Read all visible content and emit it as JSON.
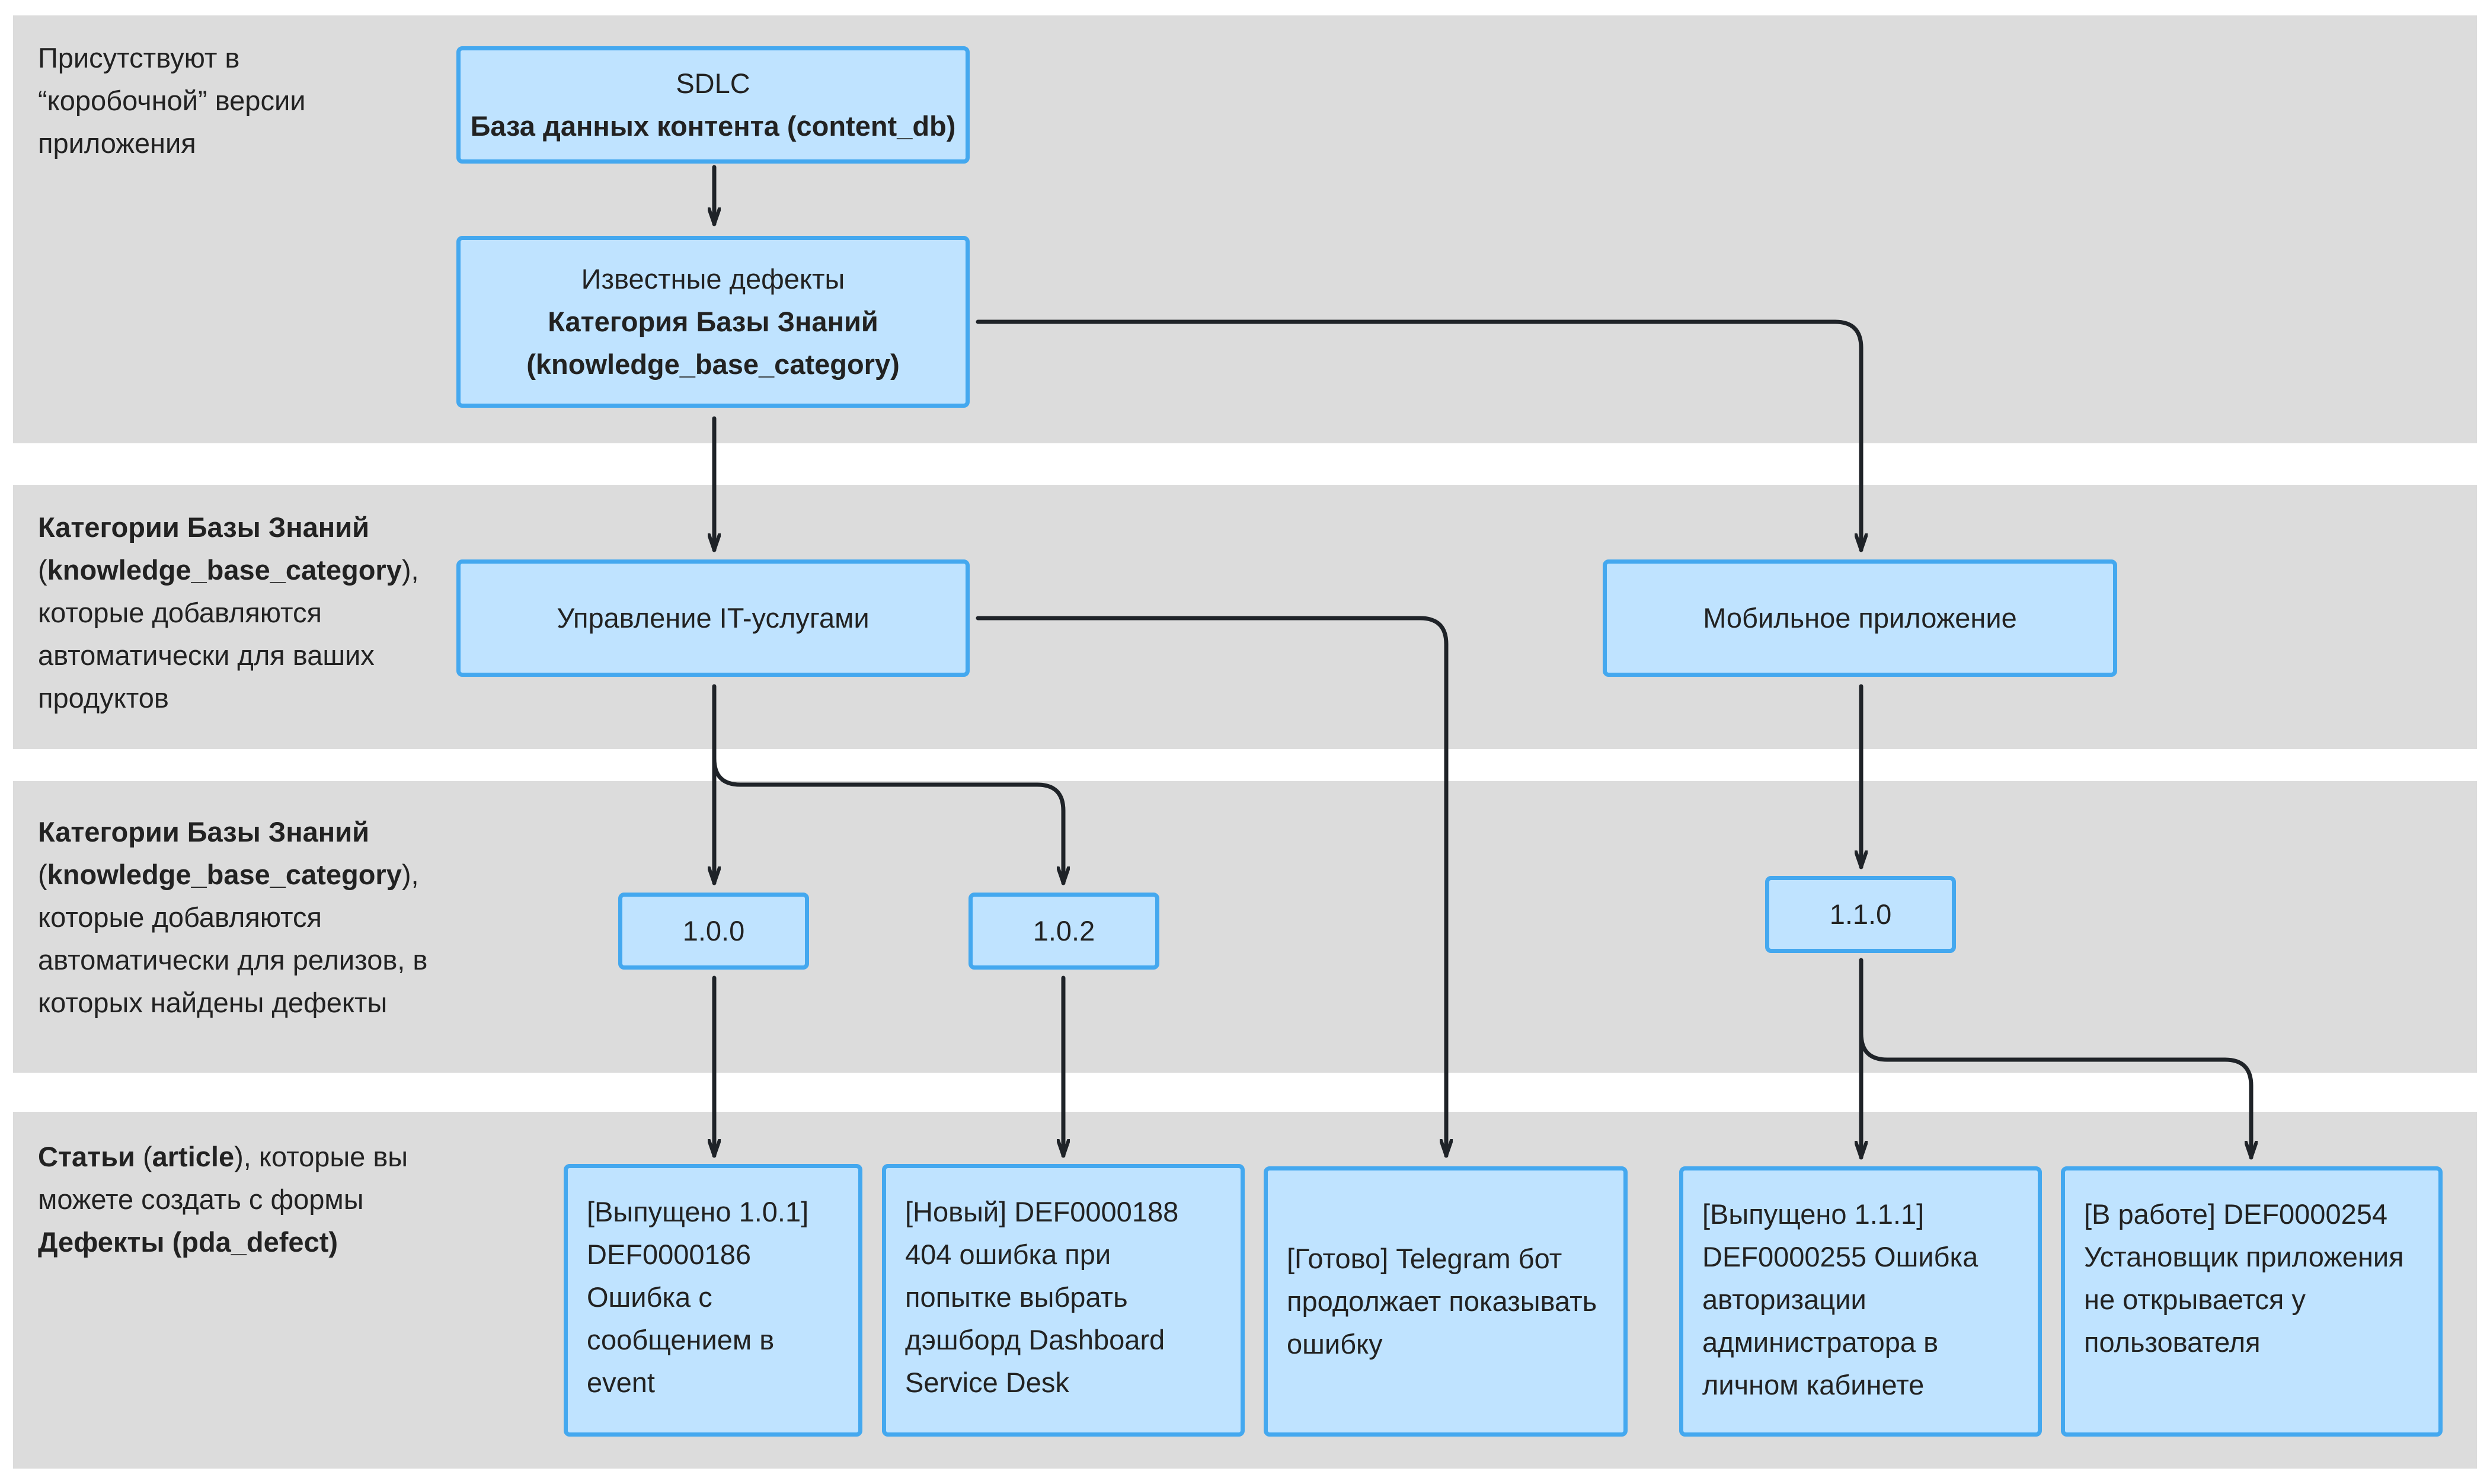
{
  "colors": {
    "band": "#dcdcdc",
    "box_fill": "#bfe3ff",
    "box_border": "#44a8ef",
    "arrow": "#1f2328"
  },
  "bands": {
    "box_version": {
      "label": "Присутствуют в “коробочной” версии приложения"
    },
    "products": {
      "label_bold_1": "Категории Базы Знаний",
      "label_open": "(",
      "label_bold_2": "knowledge_base_category",
      "label_rest": "), которые добавляются автоматически для ваших продуктов"
    },
    "releases": {
      "label_bold_1": "Категории Базы Знаний",
      "label_open": "(",
      "label_bold_2": "knowledge_base_category",
      "label_rest": "), которые добавляются автоматически для релизов, в которых найдены дефекты"
    },
    "articles": {
      "label_bold_1": "Статьи",
      "label_open": " (",
      "label_bold_2": "article",
      "label_rest": "), которые вы можете создать с формы ",
      "label_bold_3": "Дефекты (pda_defect)"
    }
  },
  "nodes": {
    "sdlc": {
      "line1": "SDLC",
      "line2": "База данных контента (content_db)"
    },
    "known_defects": {
      "line1": "Известные дефекты",
      "line2": "Категория Базы Знаний",
      "line3": "(knowledge_base_category)"
    },
    "it_services": {
      "label": "Управление IT-услугами"
    },
    "mobile_app": {
      "label": "Мобильное приложение"
    },
    "release_100": {
      "label": "1.0.0"
    },
    "release_102": {
      "label": "1.0.2"
    },
    "release_110": {
      "label": "1.1.0"
    },
    "article_186": {
      "text": "[Выпущено 1.0.1] DEF0000186 Ошибка с сообщением в event"
    },
    "article_188": {
      "text": "[Новый] DEF0000188 404 ошибка при попытке выбрать дэшборд Dashboard Service Desk"
    },
    "article_telegram": {
      "text": "[Готово] Telegram бот продолжает показывать ошибку"
    },
    "article_255": {
      "text": "[Выпущено 1.1.1] DEF0000255 Ошибка авторизации администратора в личном кабинете"
    },
    "article_254": {
      "text": "[В работе] DEF0000254 Установщик приложения не открывается у пользователя"
    }
  }
}
